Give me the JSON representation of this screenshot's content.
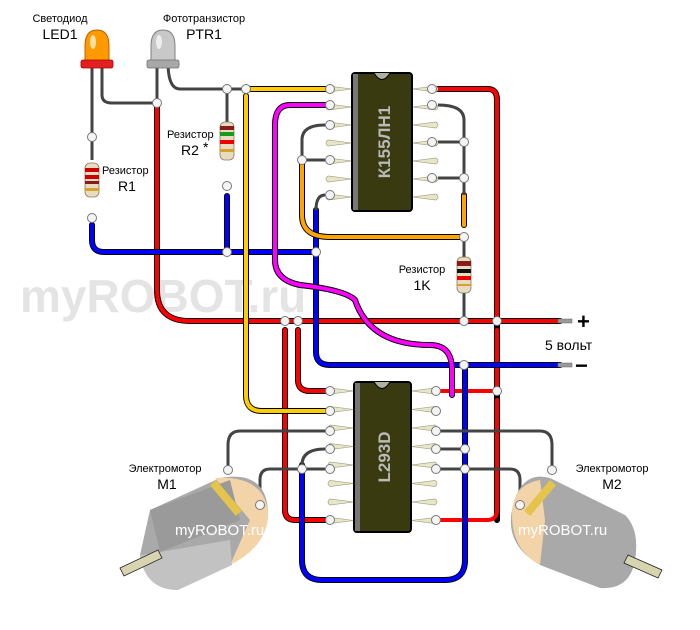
{
  "watermark": "myROBOT.ru",
  "components": {
    "led": {
      "name": "Светодиод",
      "ref": "LED1",
      "color": "#ff9900"
    },
    "phototransistor": {
      "name": "Фототранзистор",
      "ref": "PTR1",
      "color": "#b0b0b0"
    },
    "resistor_r1": {
      "name": "Резистор",
      "ref": "R1"
    },
    "resistor_r2": {
      "name": "Резистор",
      "ref": "R2",
      "mark": "*"
    },
    "resistor_1k": {
      "name": "Резистор",
      "ref": "1K"
    },
    "chip_inverter": {
      "label": "К155ЛН1",
      "pins_per_side": 7
    },
    "chip_driver": {
      "label": "L293D",
      "pins_per_side": 8
    },
    "motor_m1": {
      "name": "Электромотор",
      "ref": "M1",
      "watermark": "myROBOT.ru"
    },
    "motor_m2": {
      "name": "Электромотор",
      "ref": "M2",
      "watermark": "myROBOT.ru"
    }
  },
  "power": {
    "plus_sign": "+",
    "minus_sign": "−",
    "voltage_label": "5 вольт"
  },
  "wire_colors": {
    "positive": "#ff0000",
    "ground": "#0000ff",
    "signal_yellow": "#ffcc00",
    "signal_magenta": "#ff00ff",
    "signal_orange": "#ffa500",
    "jumper": "#555555"
  }
}
